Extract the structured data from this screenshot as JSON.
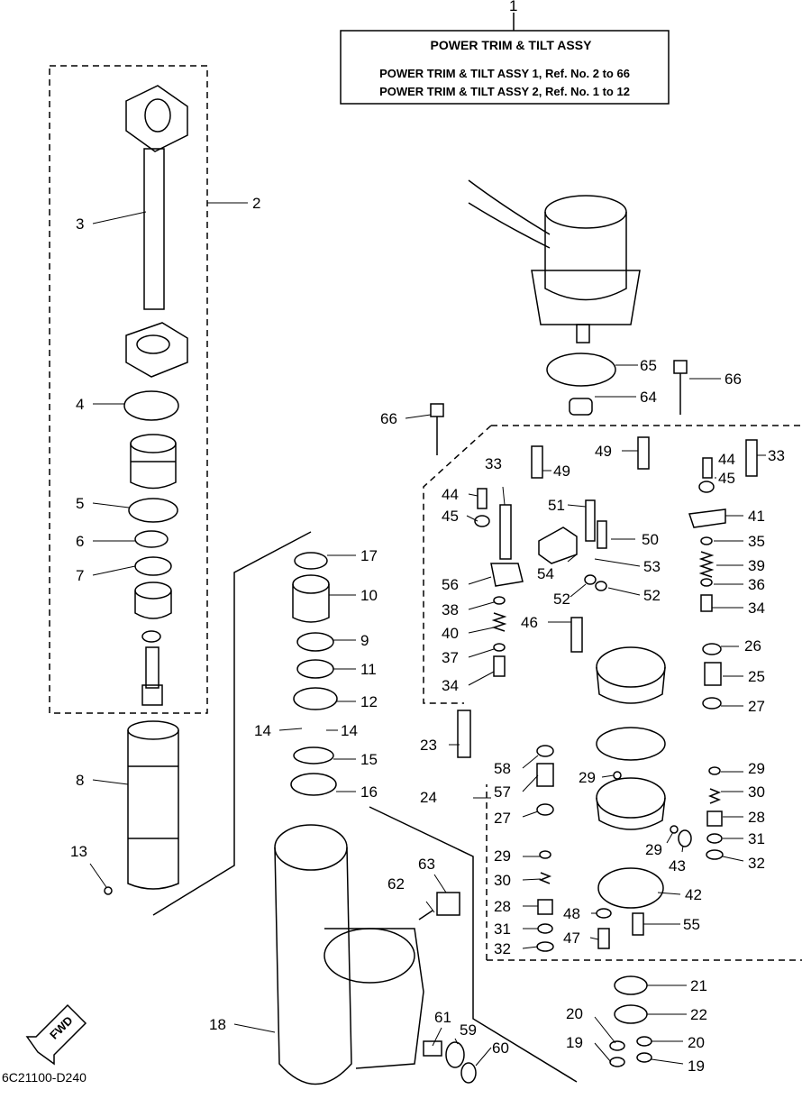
{
  "header": {
    "ref_number": "1",
    "title": "POWER TRIM & TILT ASSY",
    "line1": "POWER TRIM & TILT ASSY 1, Ref. No. 2 to 66",
    "line2": "POWER TRIM & TILT ASSY 2, Ref. No. 1 to 12"
  },
  "fwd_label": "FWD",
  "diagram_code": "6C21100-D240",
  "callouts": [
    {
      "id": "c2",
      "text": "2"
    },
    {
      "id": "c3",
      "text": "3"
    },
    {
      "id": "c4",
      "text": "4"
    },
    {
      "id": "c5",
      "text": "5"
    },
    {
      "id": "c6",
      "text": "6"
    },
    {
      "id": "c7",
      "text": "7"
    },
    {
      "id": "c8",
      "text": "8"
    },
    {
      "id": "c9",
      "text": "9"
    },
    {
      "id": "c10",
      "text": "10"
    },
    {
      "id": "c11",
      "text": "11"
    },
    {
      "id": "c12",
      "text": "12"
    },
    {
      "id": "c13",
      "text": "13"
    },
    {
      "id": "c14a",
      "text": "14"
    },
    {
      "id": "c14b",
      "text": "14"
    },
    {
      "id": "c15",
      "text": "15"
    },
    {
      "id": "c16",
      "text": "16"
    },
    {
      "id": "c17",
      "text": "17"
    },
    {
      "id": "c18",
      "text": "18"
    },
    {
      "id": "c19a",
      "text": "19"
    },
    {
      "id": "c19b",
      "text": "19"
    },
    {
      "id": "c20a",
      "text": "20"
    },
    {
      "id": "c20b",
      "text": "20"
    },
    {
      "id": "c21",
      "text": "21"
    },
    {
      "id": "c22",
      "text": "22"
    },
    {
      "id": "c23",
      "text": "23"
    },
    {
      "id": "c24",
      "text": "24"
    },
    {
      "id": "c25",
      "text": "25"
    },
    {
      "id": "c26",
      "text": "26"
    },
    {
      "id": "c27a",
      "text": "27"
    },
    {
      "id": "c27b",
      "text": "27"
    },
    {
      "id": "c28a",
      "text": "28"
    },
    {
      "id": "c28b",
      "text": "28"
    },
    {
      "id": "c29a",
      "text": "29"
    },
    {
      "id": "c29b",
      "text": "29"
    },
    {
      "id": "c29c",
      "text": "29"
    },
    {
      "id": "c29d",
      "text": "29"
    },
    {
      "id": "c30a",
      "text": "30"
    },
    {
      "id": "c30b",
      "text": "30"
    },
    {
      "id": "c31a",
      "text": "31"
    },
    {
      "id": "c31b",
      "text": "31"
    },
    {
      "id": "c32a",
      "text": "32"
    },
    {
      "id": "c32b",
      "text": "32"
    },
    {
      "id": "c33a",
      "text": "33"
    },
    {
      "id": "c33b",
      "text": "33"
    },
    {
      "id": "c34a",
      "text": "34"
    },
    {
      "id": "c34b",
      "text": "34"
    },
    {
      "id": "c35",
      "text": "35"
    },
    {
      "id": "c36",
      "text": "36"
    },
    {
      "id": "c37",
      "text": "37"
    },
    {
      "id": "c38",
      "text": "38"
    },
    {
      "id": "c39",
      "text": "39"
    },
    {
      "id": "c40",
      "text": "40"
    },
    {
      "id": "c41",
      "text": "41"
    },
    {
      "id": "c42",
      "text": "42"
    },
    {
      "id": "c43",
      "text": "43"
    },
    {
      "id": "c44a",
      "text": "44"
    },
    {
      "id": "c44b",
      "text": "44"
    },
    {
      "id": "c45a",
      "text": "45"
    },
    {
      "id": "c45b",
      "text": "45"
    },
    {
      "id": "c46",
      "text": "46"
    },
    {
      "id": "c47",
      "text": "47"
    },
    {
      "id": "c48",
      "text": "48"
    },
    {
      "id": "c49a",
      "text": "49"
    },
    {
      "id": "c49b",
      "text": "49"
    },
    {
      "id": "c50",
      "text": "50"
    },
    {
      "id": "c51",
      "text": "51"
    },
    {
      "id": "c52a",
      "text": "52"
    },
    {
      "id": "c52b",
      "text": "52"
    },
    {
      "id": "c53",
      "text": "53"
    },
    {
      "id": "c54",
      "text": "54"
    },
    {
      "id": "c55",
      "text": "55"
    },
    {
      "id": "c56",
      "text": "56"
    },
    {
      "id": "c57",
      "text": "57"
    },
    {
      "id": "c58",
      "text": "58"
    },
    {
      "id": "c59",
      "text": "59"
    },
    {
      "id": "c60",
      "text": "60"
    },
    {
      "id": "c61",
      "text": "61"
    },
    {
      "id": "c62",
      "text": "62"
    },
    {
      "id": "c63",
      "text": "63"
    },
    {
      "id": "c64",
      "text": "64"
    },
    {
      "id": "c65",
      "text": "65"
    },
    {
      "id": "c66a",
      "text": "66"
    },
    {
      "id": "c66b",
      "text": "66"
    }
  ]
}
